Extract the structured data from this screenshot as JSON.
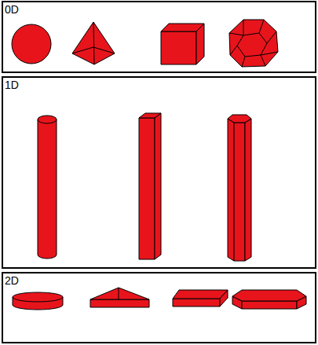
{
  "diagram": {
    "nodes": [
      {
        "text": [
          "0D"
        ]
      },
      {
        "text": [
          "1D"
        ]
      },
      {
        "text": [
          "2D"
        ]
      }
    ]
  }
}
